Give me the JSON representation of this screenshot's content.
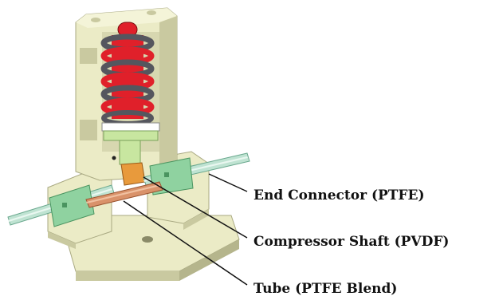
{
  "callouts": {
    "end_connector": "End Connector (PTFE)",
    "compressor_shaft": "Compressor Shaft (PVDF)",
    "tube": "Tube (PTFE Blend)"
  },
  "colors": {
    "housing": "#ebebc6",
    "housing_shade": "#c9c9a0",
    "housing_dark": "#a9a982",
    "spring_red": "#e0202a",
    "spring_gray": "#55565e",
    "shaft_green": "#c8e6a0",
    "connector_green": "#8fd2a0",
    "tube_copper": "#d9926a",
    "compressor_orange": "#e89a3c",
    "fitting_teal": "#bfe3d2",
    "outline": "#222222"
  }
}
